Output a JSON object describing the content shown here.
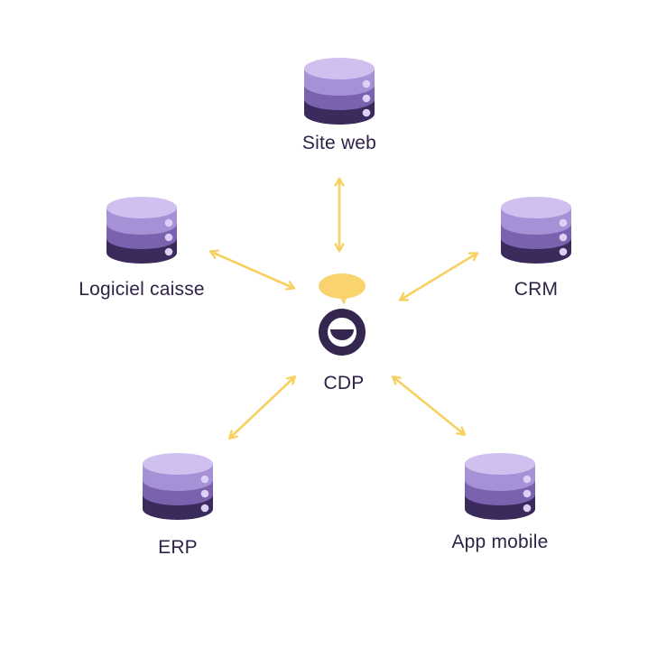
{
  "diagram": {
    "center": {
      "label": "CDP"
    },
    "nodes": [
      {
        "id": "site-web",
        "label": "Site web"
      },
      {
        "id": "logiciel-caisse",
        "label": "Logiciel caisse"
      },
      {
        "id": "crm",
        "label": "CRM"
      },
      {
        "id": "erp",
        "label": "ERP"
      },
      {
        "id": "app-mobile",
        "label": "App mobile"
      }
    ],
    "connections": [
      {
        "from": "site-web",
        "to": "CDP",
        "direction": "bidirectional"
      },
      {
        "from": "logiciel-caisse",
        "to": "CDP",
        "direction": "bidirectional"
      },
      {
        "from": "crm",
        "to": "CDP",
        "direction": "bidirectional"
      },
      {
        "from": "erp",
        "to": "CDP",
        "direction": "bidirectional"
      },
      {
        "from": "app-mobile",
        "to": "CDP",
        "direction": "bidirectional"
      }
    ],
    "icons": {
      "node": "database-icon",
      "center": "smiling-face-with-speech-bubble-icon"
    },
    "colors": {
      "arrow": "#f7d060",
      "db_top": "#cfc0f0",
      "db_band1": "#a690d6",
      "db_band2": "#7a62ae",
      "db_band3": "#3a2b5c",
      "db_dot": "#ddd0f7",
      "bubble": "#f9d46e",
      "face": "#34264f",
      "text": "#2e2247"
    }
  }
}
